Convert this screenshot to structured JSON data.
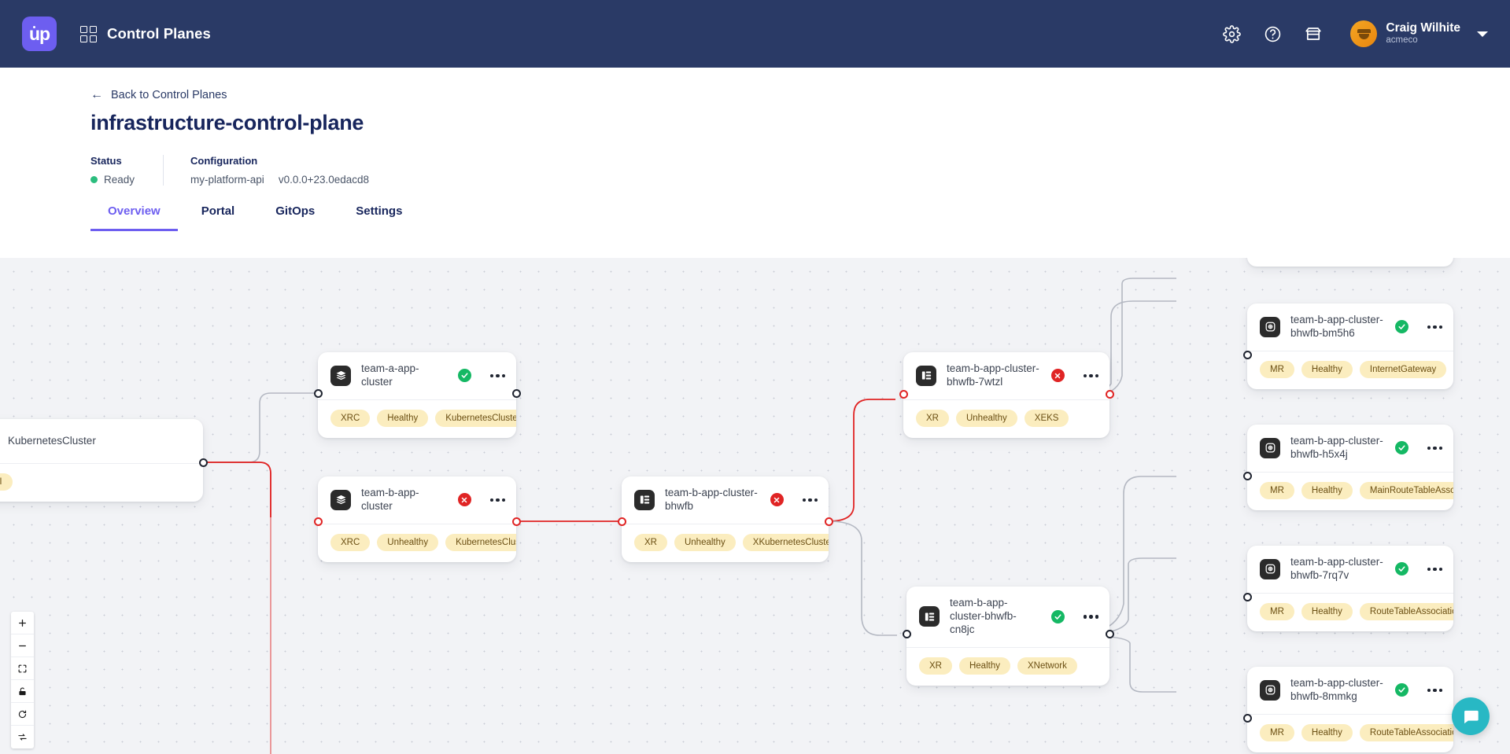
{
  "topnav": {
    "logo_text": "up",
    "app_title": "Control Planes",
    "icons": [
      "gear-icon",
      "help-icon",
      "marketplace-icon"
    ],
    "user": {
      "name": "Craig Wilhite",
      "org": "acmeco"
    },
    "brand_color": "#6d5ef0",
    "bar_color": "#2a3a66"
  },
  "header": {
    "back_label": "Back to Control Planes",
    "title": "infrastructure-control-plane",
    "status_label": "Status",
    "status_value": "Ready",
    "status_color": "#2bbd7e",
    "configuration_label": "Configuration",
    "configuration_name": "my-platform-api",
    "configuration_version": "v0.0.0+23.0edacd8"
  },
  "tabs": [
    {
      "label": "Overview",
      "active": true
    },
    {
      "label": "Portal",
      "active": false
    },
    {
      "label": "GitOps",
      "active": false
    },
    {
      "label": "Settings",
      "active": false
    }
  ],
  "graph": {
    "nodes": [
      {
        "id": "n0",
        "title": "KubernetesCluster",
        "icon": "kubernetes-icon",
        "status": "none",
        "pills": [
          "API"
        ]
      },
      {
        "id": "n1",
        "title": "team-a-app-cluster",
        "icon": "layers-icon",
        "status": "healthy",
        "pills": [
          "XRC",
          "Healthy",
          "KubernetesCluster"
        ]
      },
      {
        "id": "n2",
        "title": "team-b-app-cluster",
        "icon": "layers-icon",
        "status": "unhealthy",
        "pills": [
          "XRC",
          "Unhealthy",
          "KubernetesCluster"
        ]
      },
      {
        "id": "n3",
        "title": "team-b-app-cluster-bhwfb",
        "icon": "composite-icon",
        "status": "unhealthy",
        "pills": [
          "XR",
          "Unhealthy",
          "XKubernetesCluster"
        ]
      },
      {
        "id": "n4",
        "title": "team-b-app-cluster-bhwfb-7wtzl",
        "icon": "composite-icon",
        "status": "unhealthy",
        "pills": [
          "XR",
          "Unhealthy",
          "XEKS"
        ]
      },
      {
        "id": "n5",
        "title": "team-b-app-cluster-bhwfb-cn8jc",
        "icon": "composite-icon",
        "status": "healthy",
        "pills": [
          "XR",
          "Healthy",
          "XNetwork"
        ]
      },
      {
        "id": "n6",
        "title": "team-b-app-cluster-bhwfb-bm5h6",
        "icon": "managed-icon",
        "status": "healthy",
        "pills": [
          "MR",
          "Healthy",
          "InternetGateway"
        ]
      },
      {
        "id": "n7",
        "title": "team-b-app-cluster-bhwfb-h5x4j",
        "icon": "managed-icon",
        "status": "healthy",
        "pills": [
          "MR",
          "Healthy",
          "MainRouteTableAssociation"
        ]
      },
      {
        "id": "n8",
        "title": "team-b-app-cluster-bhwfb-7rq7v",
        "icon": "managed-icon",
        "status": "healthy",
        "pills": [
          "MR",
          "Healthy",
          "RouteTableAssociation"
        ]
      },
      {
        "id": "n9",
        "title": "team-b-app-cluster-bhwfb-8mmkg",
        "icon": "managed-icon",
        "status": "healthy",
        "pills": [
          "MR",
          "Healthy",
          "RouteTableAssociation"
        ]
      }
    ],
    "edge_colors": {
      "default": "#b4b8c2",
      "error": "#e02424"
    },
    "controls": [
      "zoom-in-icon",
      "zoom-out-icon",
      "fit-view-icon",
      "lock-icon",
      "refresh-icon",
      "sync-icon"
    ]
  },
  "chat": {
    "icon": "chat-icon",
    "color": "#28b8c4"
  }
}
